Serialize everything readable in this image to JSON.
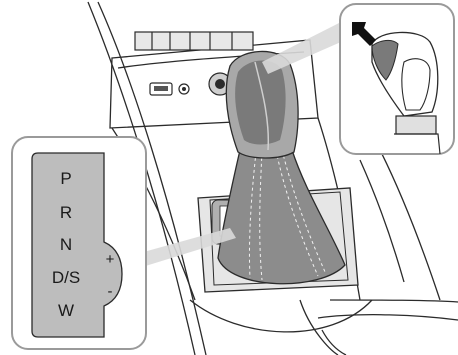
{
  "gate_panel": {
    "positions": [
      "P",
      "R",
      "N",
      "D/S",
      "W"
    ],
    "plus": "+",
    "minus": "-"
  },
  "inset": {
    "arrow_icon": "push-arrow-icon",
    "knob_icon": "shift-knob-button-icon"
  },
  "colors": {
    "line": "#2b2b2b",
    "panel_fill": "#bdbdbd",
    "callout_fill": "#d9d9d9",
    "knob_dark": "#7a7a7a",
    "knob_mid": "#a8a8a8",
    "boot_fill": "#8c8c8c"
  }
}
